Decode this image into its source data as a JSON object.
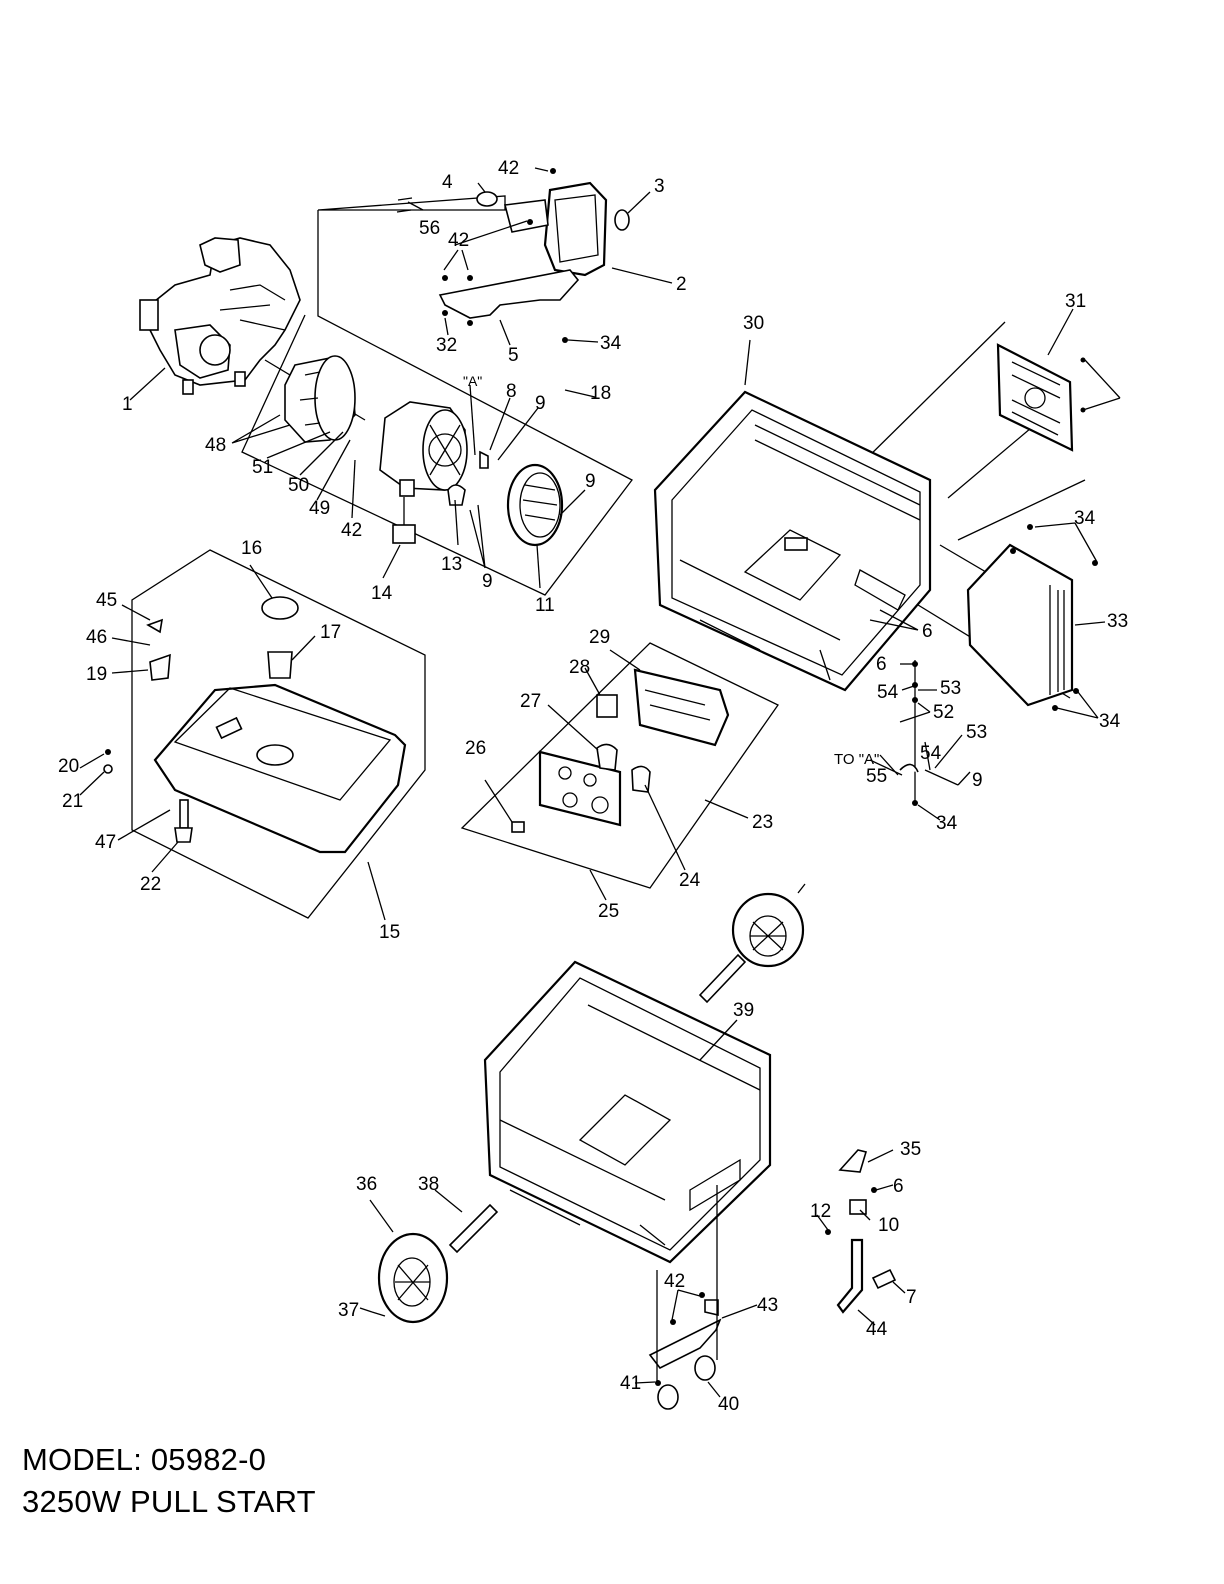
{
  "model_label": "MODEL: 05982-0",
  "model_description": "3250W PULL START",
  "callouts": [
    "1",
    "2",
    "3",
    "4",
    "5",
    "6",
    "6",
    "6",
    "7",
    "8",
    "9",
    "9",
    "9",
    "9",
    "10",
    "11",
    "12",
    "13",
    "14",
    "15",
    "16",
    "17",
    "18",
    "19",
    "20",
    "21",
    "22",
    "23",
    "24",
    "25",
    "26",
    "27",
    "28",
    "29",
    "30",
    "31",
    "32",
    "33",
    "34",
    "34",
    "34",
    "34",
    "35",
    "36",
    "37",
    "38",
    "39",
    "40",
    "41",
    "42",
    "42",
    "42",
    "42",
    "43",
    "44",
    "45",
    "46",
    "47",
    "48",
    "49",
    "50",
    "51",
    "52",
    "53",
    "53",
    "54",
    "54",
    "55",
    "56"
  ],
  "annotations": {
    "reference_a": "\"A\"",
    "to_reference_a": "TO \"A\""
  }
}
